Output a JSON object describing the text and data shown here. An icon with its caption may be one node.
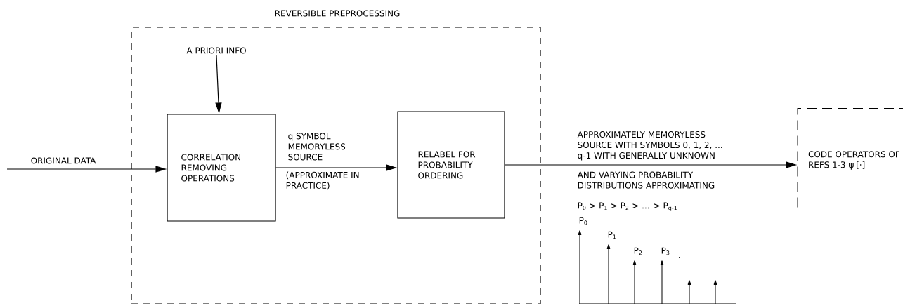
{
  "diagram": {
    "nodes": [
      {
        "text": [
          "REVERSIBLE PREPROCESSING"
        ]
      },
      {
        "text": [
          "A PRIORI INFO"
        ],
        "in": 0
      },
      {
        "text": [
          "CORRELATION REMOVING OPERATIONS"
        ],
        "in": 0
      },
      {
        "text": [
          "RELABEL FOR PROBABILITY ORDERING"
        ],
        "in": 0
      },
      {
        "text": [
          "CODE OPERATORS OF REFS 1-3 ψ$_{j}$[·]"
        ]
      }
    ],
    "edges": [
      {
        "from": null,
        "to": 2,
        "arrow": "to",
        "label": "ORIGINAL DATA"
      },
      {
        "from": 1,
        "to": 2,
        "arrow": "to"
      },
      {
        "from": 2,
        "to": 3,
        "arrow": "to",
        "label": "q SYMBOL MEMORYLESS SOURCE"
      },
      {
        "from": 3,
        "to": 4,
        "arrow": "to"
      }
    ],
    "labels": [
      "(APPROXIMATE IN PRACTICE)",
      "APPROXIMATELY MEMORYLESS SOURCE WITH SYMBOLS 0, 1, 2, ... q-1 WITH GENERALLY UNKNOWN",
      "AND VARYING PROBABILITY DISTRIBUTIONS APPROXIMATING",
      "P$_{0}$ > P$_{1}$ > P$_{2}$ > ... > P$_{q-1}$",
      "P$_{0}$",
      "P$_{1}$",
      "P$_{2}$",
      "P$_{3}$"
    ]
  }
}
